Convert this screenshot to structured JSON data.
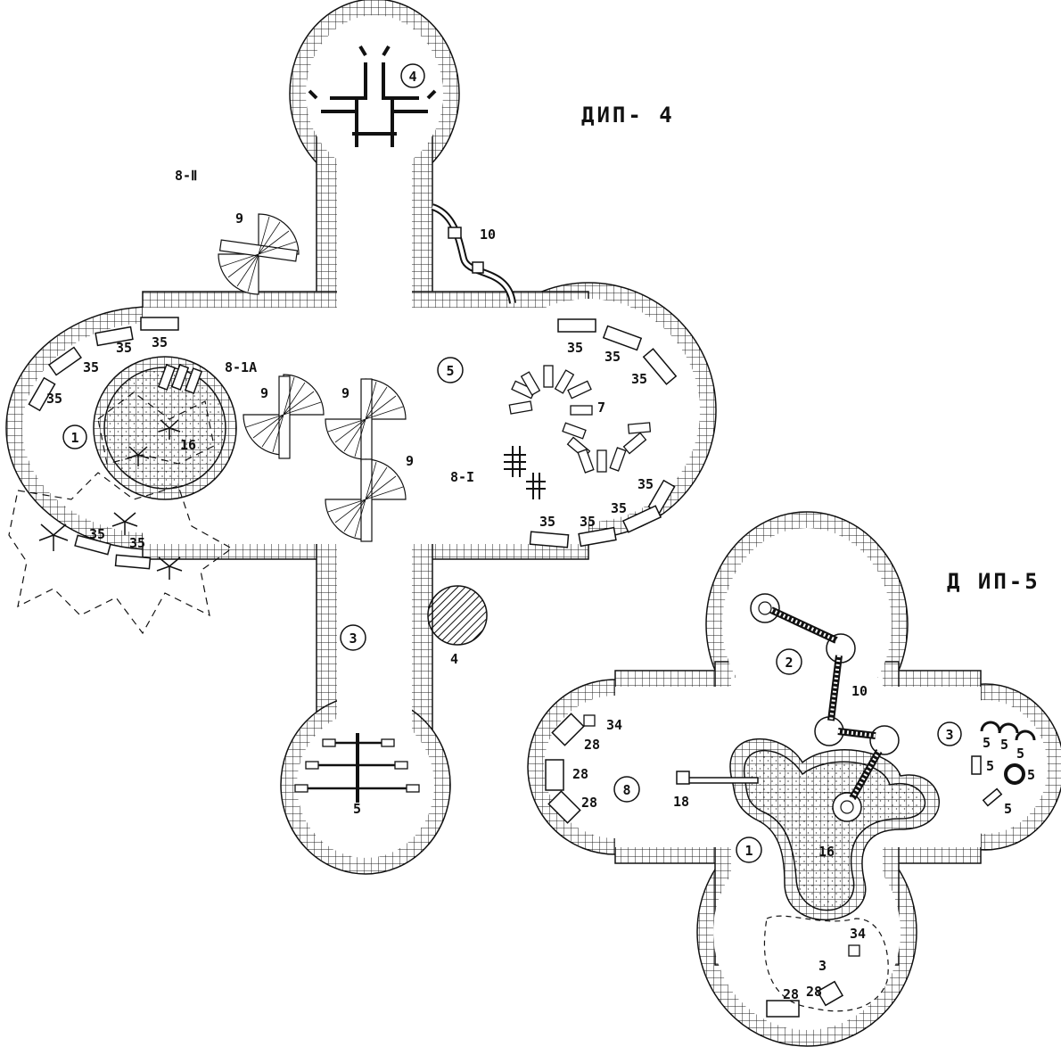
{
  "plans": [
    {
      "title": "ДИП- 4",
      "zones": [
        "1",
        "3",
        "4",
        "5"
      ],
      "labels": {
        "sandbox": "16",
        "tree": "4",
        "rails": "5",
        "arc": "7",
        "cross_big": "8-Ⅱ",
        "cross_small": "8-I",
        "house": "8-1A",
        "slide": "10",
        "stairs": [
          "9",
          "9",
          "9",
          "9"
        ],
        "benches": [
          "35",
          "35",
          "35",
          "35",
          "35",
          "35",
          "35",
          "35",
          "35",
          "35",
          "35",
          "35",
          "35"
        ]
      }
    },
    {
      "title": "Д ИП-5",
      "zones": [
        "1",
        "2",
        "3",
        "8"
      ],
      "labels": {
        "sandbox": "16",
        "tunnel": "10",
        "seesaw": "18",
        "small_items": [
          "5",
          "5",
          "5",
          "5",
          "5",
          "5"
        ],
        "shelters": [
          "28",
          "28",
          "28",
          "28",
          "28"
        ],
        "posts": [
          "34",
          "34"
        ],
        "stump": "3"
      }
    }
  ]
}
